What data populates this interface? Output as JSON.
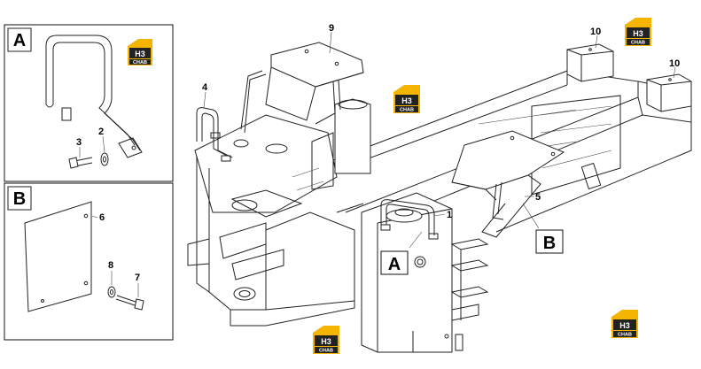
{
  "detail_a": {
    "letter": "A",
    "callouts": [
      "3",
      "2"
    ]
  },
  "detail_b": {
    "letter": "B",
    "callouts": [
      "6",
      "8",
      "7"
    ]
  },
  "main_callouts": [
    "9",
    "4",
    "1",
    "5",
    "10",
    "10"
  ],
  "main_flags": [
    "A",
    "B"
  ],
  "watermark": {
    "brand": "H3",
    "sub": "CHAB",
    "color": "#f5b400",
    "dark": "#222222"
  }
}
